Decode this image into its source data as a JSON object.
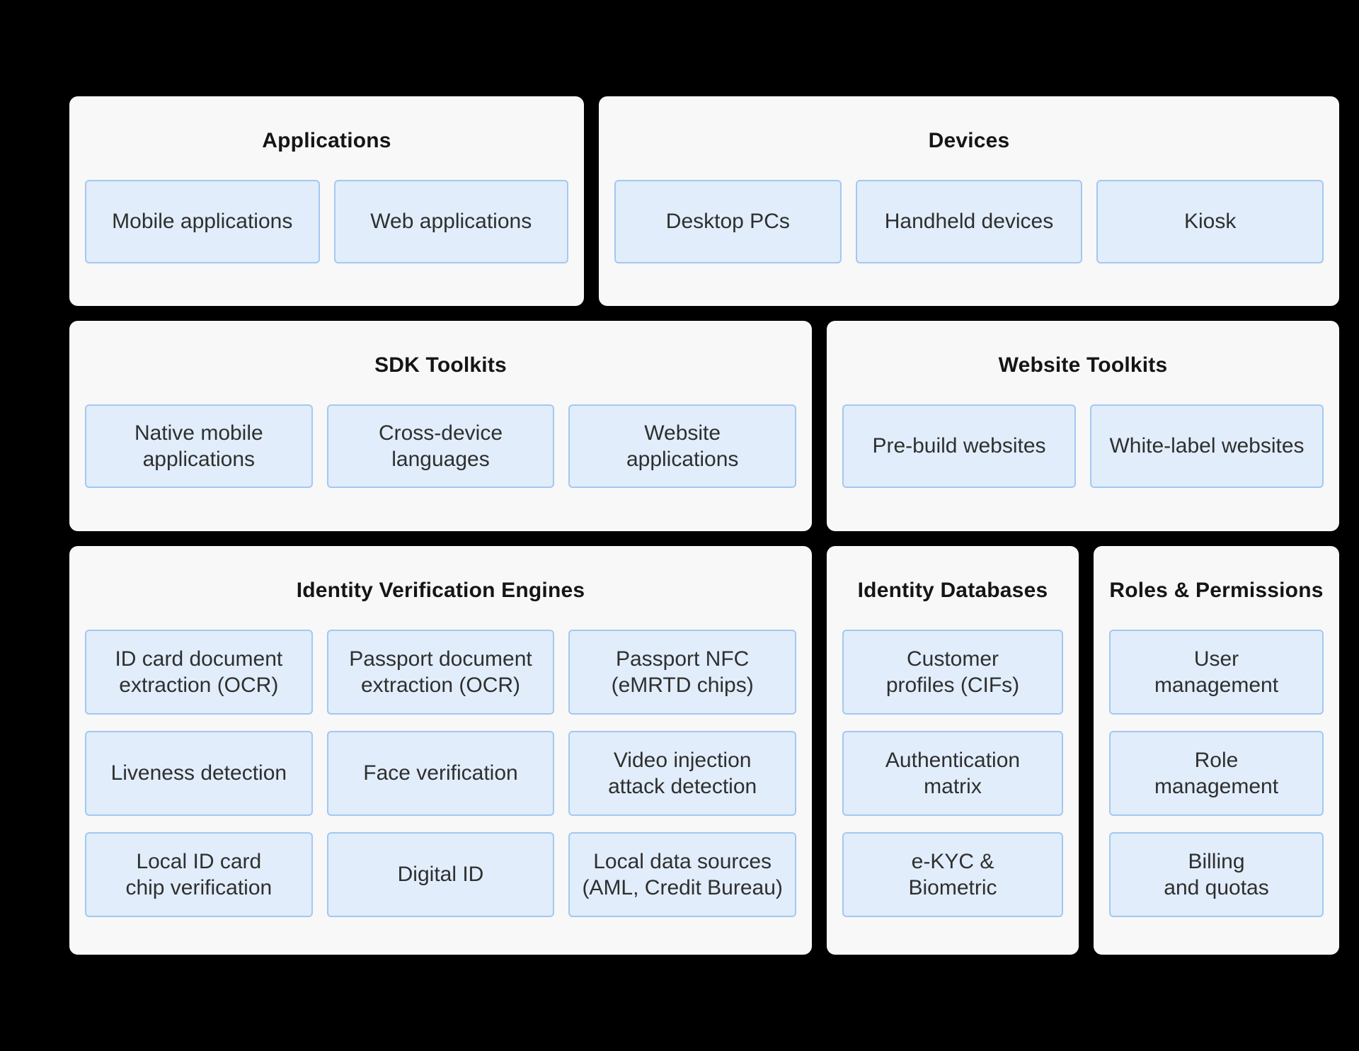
{
  "colors": {
    "background": "#000000",
    "panel_bg": "#f8f8f8",
    "box_bg": "#e1edfb",
    "box_border": "#a4c8f0",
    "title_text": "#151515",
    "box_text": "#2f2f2f"
  },
  "panels": [
    {
      "title": "Applications",
      "boxes": [
        "Mobile applications",
        "Web applications"
      ]
    },
    {
      "title": "Devices",
      "boxes": [
        "Desktop PCs",
        "Handheld devices",
        "Kiosk"
      ]
    },
    {
      "title": "SDK Toolkits",
      "boxes": [
        "Native mobile\napplications",
        "Cross-device\nlanguages",
        "Website\napplications"
      ]
    },
    {
      "title": "Website Toolkits",
      "boxes": [
        "Pre-build websites",
        "White-label websites"
      ]
    },
    {
      "title": "Identity Verification Engines",
      "boxes": [
        "ID card document\nextraction (OCR)",
        "Passport document\nextraction (OCR)",
        "Passport NFC\n(eMRTD chips)",
        "Liveness detection",
        "Face verification",
        "Video injection\nattack detection",
        "Local ID card\nchip verification",
        "Digital ID",
        "Local data sources\n(AML, Credit Bureau)"
      ]
    },
    {
      "title": "Identity Databases",
      "boxes": [
        "Customer\nprofiles (CIFs)",
        "Authentication\nmatrix",
        "e-KYC &\nBiometric"
      ]
    },
    {
      "title": "Roles & Permissions",
      "boxes": [
        "User\nmanagement",
        "Role\nmanagement",
        "Billing\nand quotas"
      ]
    }
  ]
}
